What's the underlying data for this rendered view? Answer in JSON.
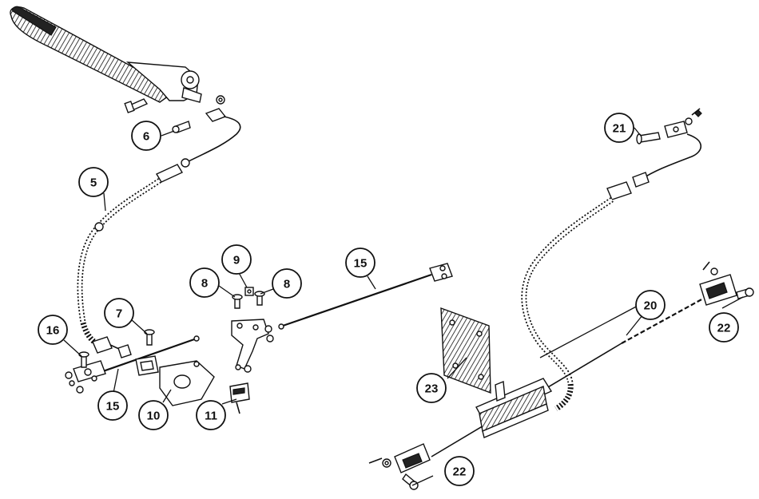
{
  "callouts": {
    "c5": "5",
    "c6": "6",
    "c7": "7",
    "c8a": "8",
    "c8b": "8",
    "c9": "9",
    "c10": "10",
    "c11": "11",
    "c15a": "15",
    "c15b": "15",
    "c16": "16",
    "c20": "20",
    "c21": "21",
    "c22a": "22",
    "c22b": "22",
    "c23": "23"
  }
}
